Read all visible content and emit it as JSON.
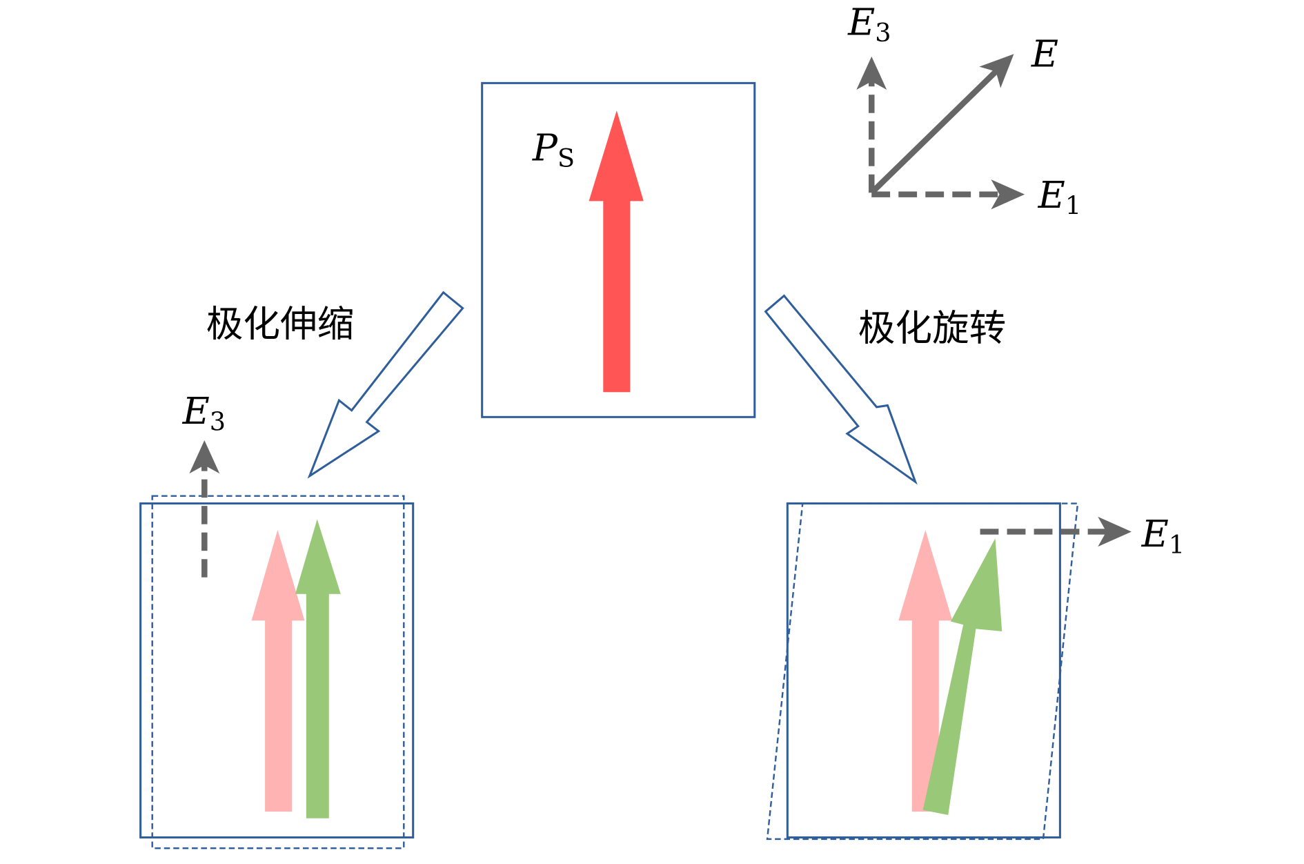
{
  "labels": {
    "ps_main": "P",
    "ps_sub": "S",
    "axis_e3_main": "E",
    "axis_e3_sub": "3",
    "axis_e": "E",
    "axis_e1_main": "E",
    "axis_e1_sub": "1",
    "left_e3_main": "E",
    "left_e3_sub": "3",
    "right_e1_main": "E",
    "right_e1_sub": "1",
    "polarization_extension": "极化伸缩",
    "polarization_rotation": "极化旋转"
  },
  "colors": {
    "box": "#2f5e9a",
    "ps_arrow": "#ff5555",
    "original_arrow": "#ffb3b3",
    "new_arrow": "#99c878",
    "field_arrow": "#666666"
  }
}
